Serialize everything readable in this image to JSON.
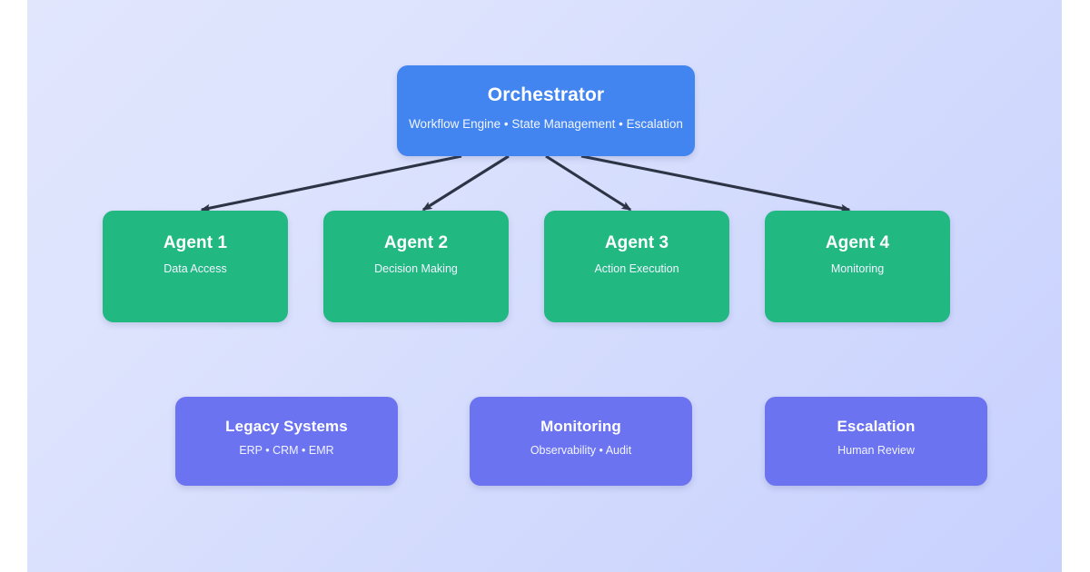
{
  "canvas": {
    "background_from": "#dfe4fd",
    "background_to": "#c7d1fe",
    "edge_color": "#2c3445"
  },
  "diagram": {
    "type": "hierarchy",
    "orchestrator": {
      "title": "Orchestrator",
      "subtitle": "Workflow Engine • State Management • Escalation",
      "color": "#4285f0"
    },
    "agents": [
      {
        "title": "Agent 1",
        "subtitle": "Data Access",
        "color": "#22b882"
      },
      {
        "title": "Agent 2",
        "subtitle": "Decision Making",
        "color": "#22b882"
      },
      {
        "title": "Agent 3",
        "subtitle": "Action Execution",
        "color": "#22b882"
      },
      {
        "title": "Agent 4",
        "subtitle": "Monitoring",
        "color": "#22b882"
      }
    ],
    "support": [
      {
        "title": "Legacy Systems",
        "subtitle": "ERP • CRM • EMR",
        "color": "#6b73f0"
      },
      {
        "title": "Monitoring",
        "subtitle": "Observability • Audit",
        "color": "#6b73f0"
      },
      {
        "title": "Escalation",
        "subtitle": "Human Review",
        "color": "#6b73f0"
      }
    ],
    "connections": [
      {
        "from": "Orchestrator",
        "to": "Agent 1"
      },
      {
        "from": "Orchestrator",
        "to": "Agent 2"
      },
      {
        "from": "Orchestrator",
        "to": "Agent 3"
      },
      {
        "from": "Orchestrator",
        "to": "Agent 4"
      }
    ]
  }
}
